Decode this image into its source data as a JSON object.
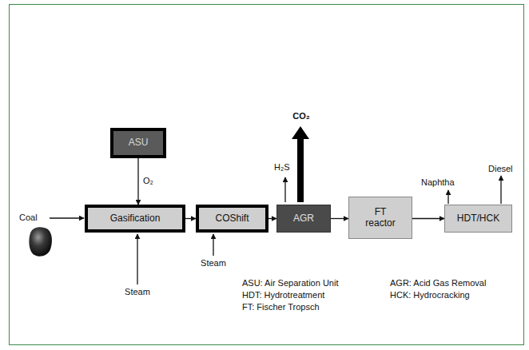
{
  "diagram": {
    "nodes": [
      {
        "text": [
          "ASU"
        ]
      },
      {
        "text": [
          "Gasification"
        ]
      },
      {
        "text": [
          "COShift"
        ]
      },
      {
        "text": [
          "AGR"
        ]
      },
      {
        "text": [
          "FT reactor"
        ]
      },
      {
        "text": [
          "HDT/HCK"
        ]
      }
    ],
    "edges": [
      {
        "from": 0,
        "to": 1,
        "label": "O₂",
        "arrow": "to"
      },
      {
        "from": 1,
        "to": 2,
        "arrow": "to"
      },
      {
        "from": 2,
        "to": 3,
        "arrow": "to"
      },
      {
        "from": 3,
        "to": 4,
        "arrow": "to"
      },
      {
        "from": 4,
        "to": 5,
        "arrow": "to"
      }
    ],
    "labels": [
      "Coal",
      "CO₂",
      "H₂S",
      "Naphtha",
      "Diesel",
      "Steam",
      "Steam",
      "ASU: Air Separation Unit",
      "AGR: Acid Gas Removal",
      "HDT: Hydrotreatment",
      "HCK: Hydrocracking",
      "FT: Fischer Tropsch"
    ]
  }
}
